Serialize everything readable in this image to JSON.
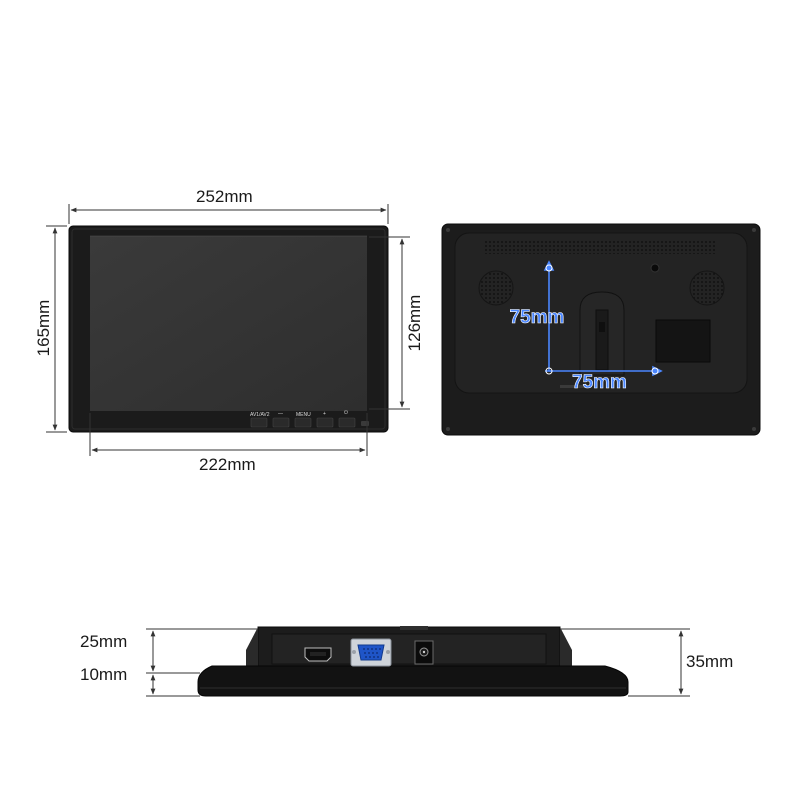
{
  "front_view": {
    "width_label": "252mm",
    "height_label": "165mm",
    "screen_width_label": "222mm",
    "screen_height_label": "126mm",
    "buttons": [
      "AV1/AV2",
      "—",
      "MENU",
      "+",
      "⏻"
    ]
  },
  "back_view": {
    "vesa_vertical_label": "75mm",
    "vesa_horizontal_label": "75mm"
  },
  "side_view": {
    "top_depth_label": "25mm",
    "base_depth_label": "10mm",
    "total_depth_label": "35mm",
    "ports": [
      "hdmi-port",
      "vga-port",
      "dc-power-port"
    ]
  },
  "colors": {
    "bezel": "#1b1b1b",
    "screen": "#353535",
    "vesa_marker": "#4a86ff",
    "vga_port": "#1f55c8"
  }
}
